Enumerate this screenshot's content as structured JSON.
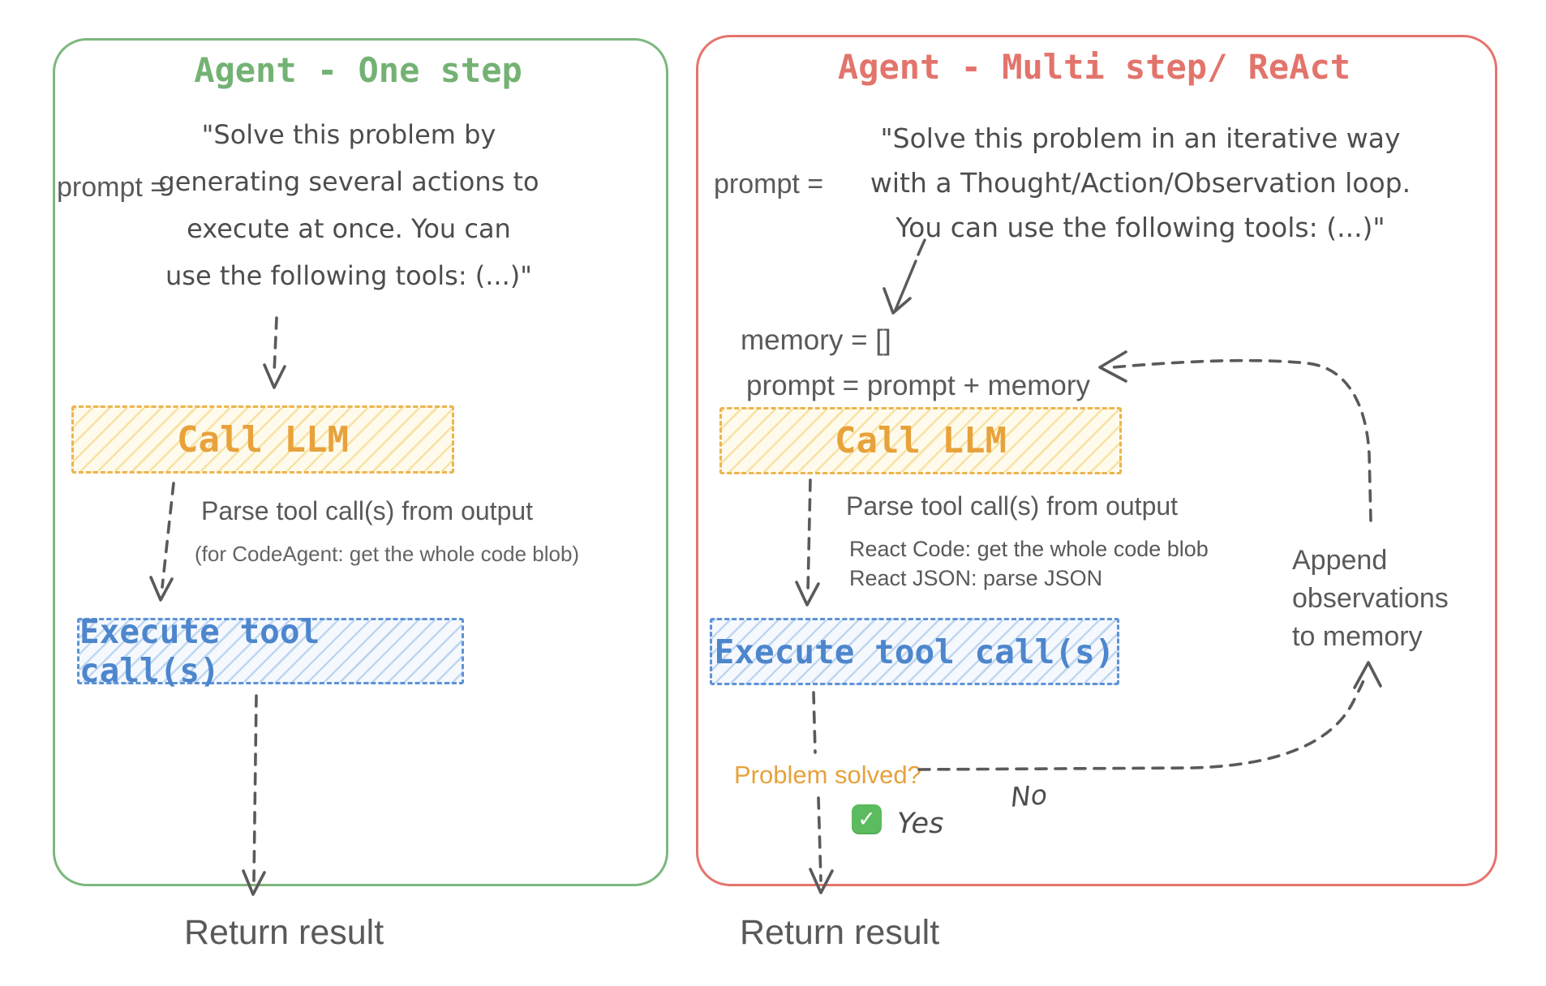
{
  "colors": {
    "green_border": "#7cb77c",
    "red_border": "#e5746c",
    "yellow_box_border": "#ecb44e",
    "yellow_box_text": "#e8a23c",
    "blue_box_border": "#5d92d6",
    "blue_box_text": "#4d86cc",
    "gray_text": "#58595b",
    "handwriting_text": "#4b4d4f",
    "orange_label": "#e6a23c",
    "check_green": "#5bbb5e"
  },
  "left_panel": {
    "title": "Agent - One step",
    "prompt_label": "prompt =",
    "prompt_lines": [
      "\"Solve this problem by",
      "generating several actions to",
      "execute at once. You can",
      "use the following tools: (...)\""
    ],
    "call_llm_label": "Call LLM",
    "parse_text": "Parse tool call(s) from output",
    "parse_subtext": "(for CodeAgent: get the whole code blob)",
    "execute_label": "Execute tool call(s)",
    "return_label": "Return result"
  },
  "right_panel": {
    "title": "Agent - Multi step/ ReAct",
    "prompt_label": "prompt =",
    "prompt_lines": [
      "\"Solve this problem in an iterative way",
      "with a Thought/Action/Observation loop.",
      "You can use the following tools: (...)\""
    ],
    "memory_line1": "memory = []",
    "memory_line2": "prompt = prompt + memory",
    "call_llm_label": "Call LLM",
    "parse_text": "Parse tool call(s) from output",
    "parse_subtext1": "React Code: get the whole code blob",
    "parse_subtext2": "React JSON: parse JSON",
    "execute_label": "Execute tool call(s)",
    "problem_solved_label": "Problem solved?",
    "yes_icon": "✓",
    "yes_label": "Yes",
    "no_label": "No",
    "append_lines": [
      "Append",
      "observations",
      "to memory"
    ],
    "return_label": "Return result"
  }
}
